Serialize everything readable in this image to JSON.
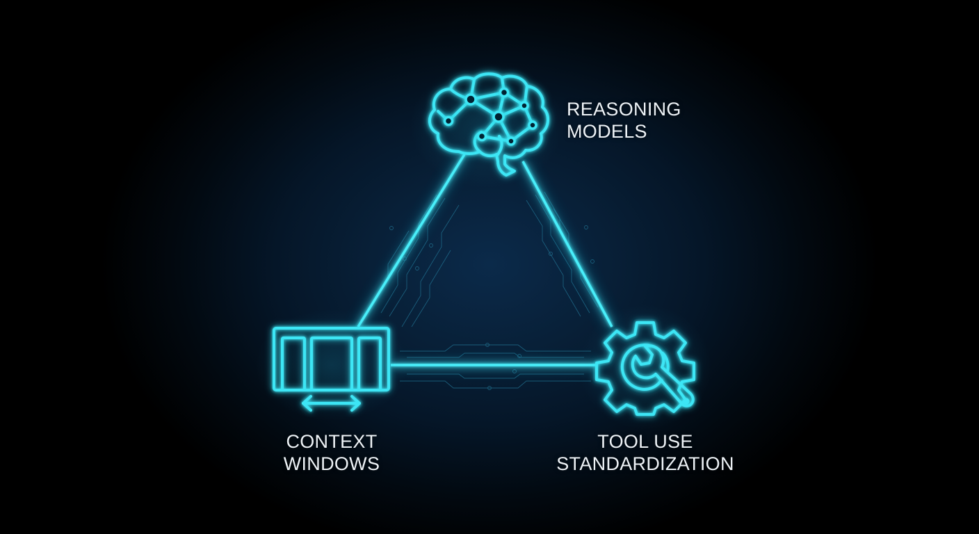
{
  "diagram": {
    "type": "triangle-concept-diagram",
    "colors": {
      "accent": "#3ee6f5",
      "glow": "#1fb8d6",
      "background_center": "#0b2a4a",
      "background_edge": "#000000",
      "text": "#eef3f7"
    },
    "nodes": [
      {
        "id": "reasoning",
        "icon": "brain-network-icon",
        "label_lines": [
          "REASONING",
          "MODELS"
        ]
      },
      {
        "id": "context",
        "icon": "context-window-icon",
        "label_lines": [
          "CONTEXT",
          "WINDOWS"
        ]
      },
      {
        "id": "tools",
        "icon": "gear-wrench-icon",
        "label_lines": [
          "TOOL USE",
          "STANDARDIZATION"
        ]
      }
    ],
    "edges": [
      {
        "from": "reasoning",
        "to": "context"
      },
      {
        "from": "reasoning",
        "to": "tools"
      },
      {
        "from": "context",
        "to": "tools"
      }
    ]
  }
}
